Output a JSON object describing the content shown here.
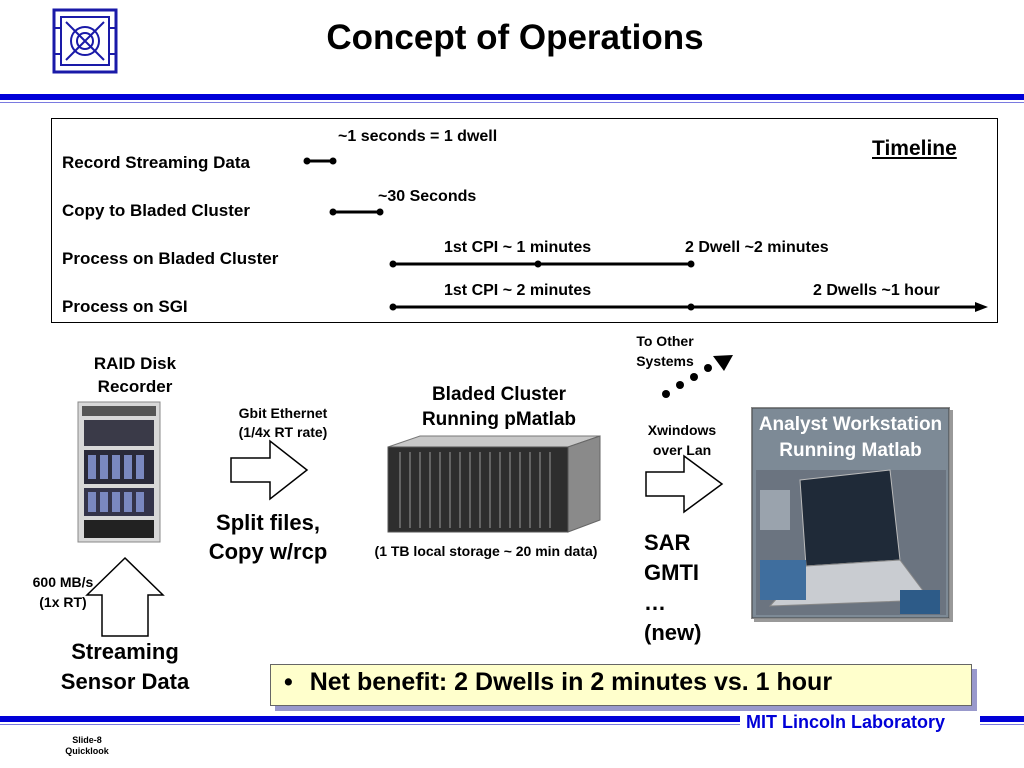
{
  "title": "Concept of Operations",
  "timeline": {
    "heading": "Timeline",
    "rows": [
      {
        "label": "Record Streaming Data"
      },
      {
        "label": "Copy to Bladed Cluster"
      },
      {
        "label": "Process on Bladed Cluster"
      },
      {
        "label": "Process on SGI"
      }
    ],
    "notes": {
      "dwell": "~1 seconds = 1 dwell",
      "copy": "~30 Seconds",
      "bladed_cpi": "1st CPI ~ 1 minutes",
      "bladed_dwell": "2 Dwell ~2 minutes",
      "sgi_cpi": "1st CPI ~ 2 minutes",
      "sgi_dwell": "2 Dwells ~1 hour"
    }
  },
  "raid": {
    "caption_line1": "RAID Disk",
    "caption_line2": "Recorder"
  },
  "sensor": {
    "rate_line1": "600 MB/s",
    "rate_line2": "(1x RT)",
    "label_line1": "Streaming",
    "label_line2": "Sensor Data"
  },
  "ethernet": {
    "line1": "Gbit Ethernet",
    "line2": "(1/4x RT rate)"
  },
  "split": {
    "line1": "Split files,",
    "line2": "Copy w/rcp"
  },
  "cluster": {
    "caption_line1": "Bladed Cluster",
    "caption_line2": "Running pMatlab",
    "storage": "(1 TB local storage ~ 20 min data)"
  },
  "xwindows": {
    "line1": "Xwindows",
    "line2": "over Lan"
  },
  "other_systems": {
    "line1": "To Other",
    "line2": "Systems"
  },
  "outputs": {
    "line1": "SAR",
    "line2": "GMTI",
    "line3": "…",
    "line4": "(new)"
  },
  "workstation": {
    "caption_line1": "Analyst Workstation",
    "caption_line2": "Running Matlab"
  },
  "benefit": {
    "bullet": "•",
    "text": "Net benefit: 2 Dwells in 2 minutes vs. 1 hour"
  },
  "footer": {
    "lab": "MIT Lincoln Laboratory",
    "slide": "Slide-8",
    "name": "Quicklook"
  },
  "colors": {
    "accent": "#0000d8",
    "benefit_bg": "#ffffcc"
  }
}
